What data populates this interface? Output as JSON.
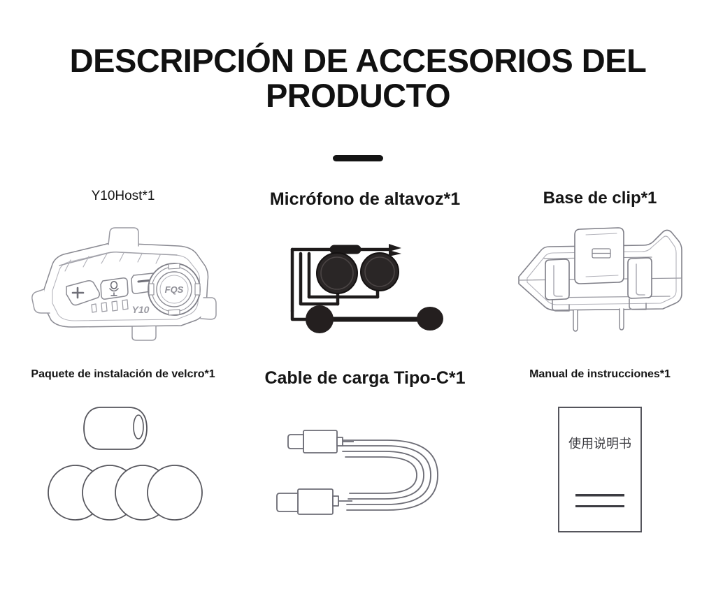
{
  "page": {
    "title": "DESCRIPCIÓN DE ACCESORIOS DEL PRODUCTO",
    "background_color": "#ffffff",
    "text_color": "#151515",
    "divider_color": "#141414"
  },
  "accessories": {
    "row1": [
      {
        "label": "Y10Host*1",
        "icon": "headset-intercom-icon",
        "device_markings": {
          "model_text": "Y10",
          "brand_text": "FQS",
          "volume_up_button": "+",
          "volume_down_button": "−",
          "mic_button": "microphone",
          "led_bars": 4
        }
      },
      {
        "label": "Micrófono de altavoz*1",
        "icon": "speaker-microphone-icon"
      },
      {
        "label": "Base de clip*1",
        "icon": "clip-mount-base-icon"
      }
    ],
    "row2": [
      {
        "label": "Paquete de instalación de velcro*1",
        "icon": "velcro-pads-icon",
        "pad_count": 4
      },
      {
        "label": "Cable de carga Tipo-C*1",
        "icon": "usb-type-c-cable-icon"
      },
      {
        "label": "Manual de instrucciones*1",
        "icon": "instruction-manual-icon",
        "cover_text": "使用说明书"
      }
    ]
  }
}
